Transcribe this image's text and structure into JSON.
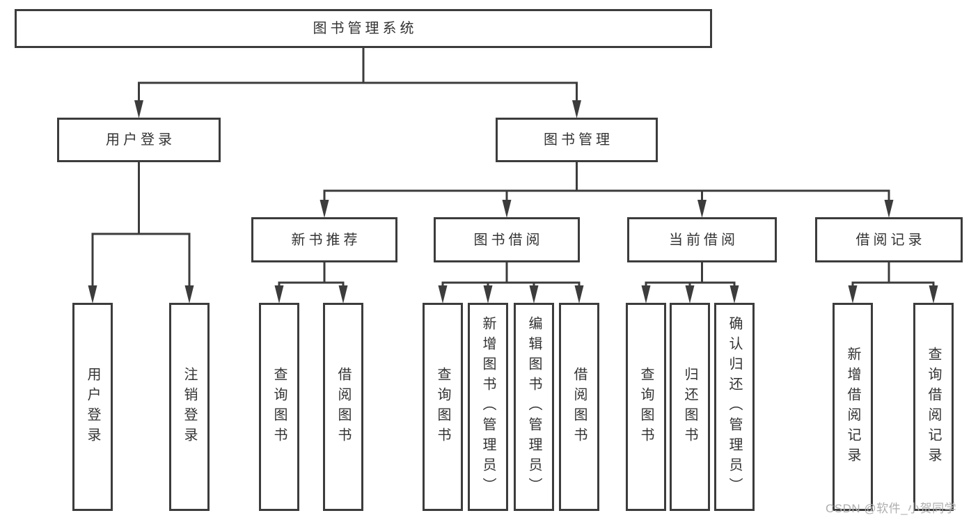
{
  "diagram_title": "图书管理系统",
  "tree": {
    "label": "图书管理系统",
    "children": [
      {
        "label": "用户登录",
        "children": [
          {
            "label": "用户登录"
          },
          {
            "label": "注销登录"
          }
        ]
      },
      {
        "label": "图书管理",
        "children": [
          {
            "label": "新书推荐",
            "children": [
              {
                "label": "查询图书"
              },
              {
                "label": "借阅图书"
              }
            ]
          },
          {
            "label": "图书借阅",
            "children": [
              {
                "label": "查询图书"
              },
              {
                "label": "新增图书（管理员）"
              },
              {
                "label": "编辑图书（管理员）"
              },
              {
                "label": "借阅图书"
              }
            ]
          },
          {
            "label": "当前借阅",
            "children": [
              {
                "label": "查询图书"
              },
              {
                "label": "归还图书"
              },
              {
                "label": "确认归还（管理员）"
              }
            ]
          },
          {
            "label": "借阅记录",
            "children": [
              {
                "label": "新增借阅记录"
              },
              {
                "label": "查询借阅记录"
              }
            ]
          }
        ]
      }
    ]
  },
  "watermark": "CSDN @软件_小贺同学",
  "colors": {
    "line": "#3c3c3c",
    "text": "#333333",
    "watermark": "#aeaeae",
    "background": "#ffffff"
  }
}
